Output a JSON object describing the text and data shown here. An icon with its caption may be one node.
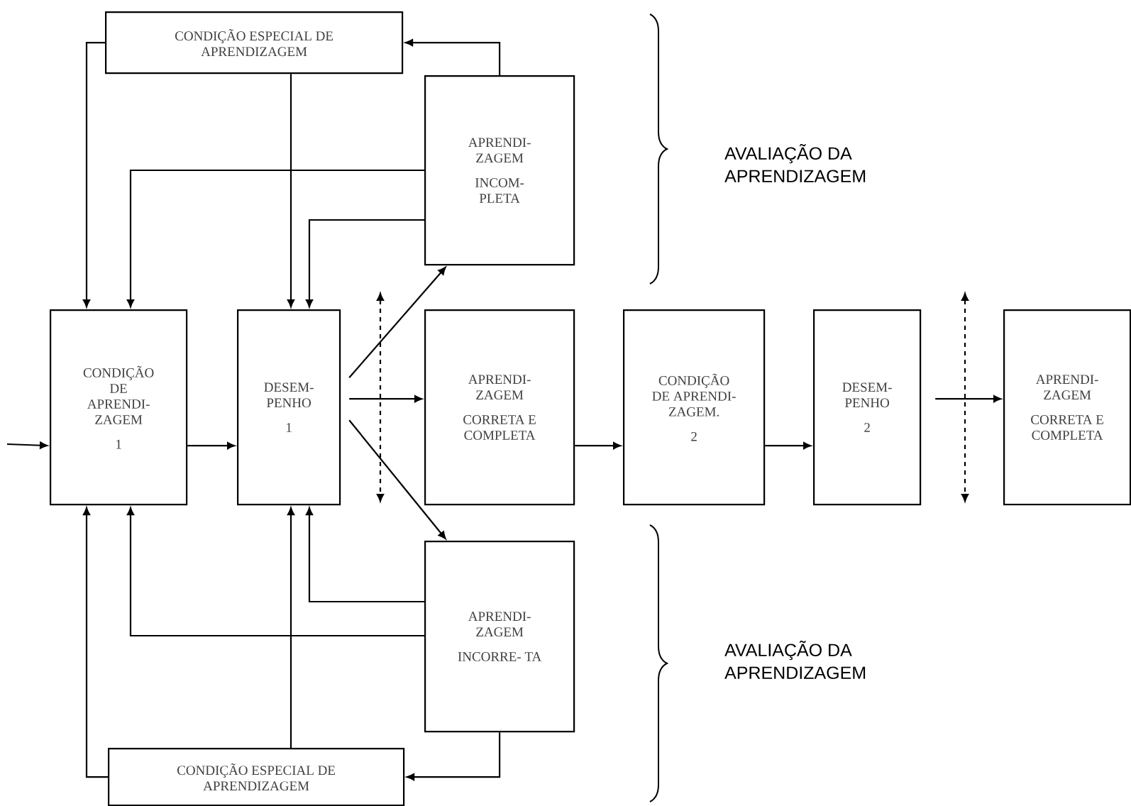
{
  "diagram": {
    "nodes": [
      {
        "text": [
          "CONDIÇÃO ESPECIAL DE APRENDIZAGEM"
        ]
      },
      {
        "text": [
          "APRENDI- ZAGEM",
          "INCOM- PLETA"
        ]
      },
      {
        "text": [
          "CONDIÇÃO DE APRENDI- ZAGEM",
          "1"
        ]
      },
      {
        "text": [
          "DESEM- PENHO",
          "1"
        ]
      },
      {
        "text": [
          "APRENDI- ZAGEM",
          "CORRETA E COMPLETA"
        ]
      },
      {
        "text": [
          "CONDIÇÃO DE APRENDI- ZAGEM.",
          "2"
        ]
      },
      {
        "text": [
          "DESEM- PENHO",
          "2"
        ]
      },
      {
        "text": [
          "APRENDI- ZAGEM",
          "CORRETA E COMPLETA"
        ]
      },
      {
        "text": [
          "APRENDI- ZAGEM",
          "INCORRE- TA"
        ]
      },
      {
        "text": [
          "CONDIÇÃO ESPECIAL DE APRENDIZAGEM"
        ]
      }
    ],
    "edges": [
      {
        "from": null,
        "to": 2,
        "arrow": "to"
      },
      {
        "from": 2,
        "to": 3,
        "arrow": "to"
      },
      {
        "from": 3,
        "to": 1,
        "arrow": "to"
      },
      {
        "from": 3,
        "to": 4,
        "arrow": "to"
      },
      {
        "from": 3,
        "to": 8,
        "arrow": "to"
      },
      {
        "from": 4,
        "to": 5,
        "arrow": "to"
      },
      {
        "from": 5,
        "to": 6,
        "arrow": "to"
      },
      {
        "from": 6,
        "to": 7,
        "arrow": "to"
      },
      {
        "from": 1,
        "to": 0,
        "arrow": "to"
      },
      {
        "from": 0,
        "to": 2,
        "arrow": "to"
      },
      {
        "from": 0,
        "to": 3,
        "arrow": "to"
      },
      {
        "from": 1,
        "to": 2,
        "arrow": "to"
      },
      {
        "from": 1,
        "to": 3,
        "arrow": "to"
      },
      {
        "from": 8,
        "to": 9,
        "arrow": "to"
      },
      {
        "from": 9,
        "to": 2,
        "arrow": "to"
      },
      {
        "from": 9,
        "to": 3,
        "arrow": "to"
      },
      {
        "from": 8,
        "to": 2,
        "arrow": "to"
      },
      {
        "from": 8,
        "to": 3,
        "arrow": "to"
      }
    ],
    "labels": [
      "AVALIAÇÃO DA APRENDIZAGEM",
      "AVALIAÇÃO DA APRENDIZAGEM"
    ]
  }
}
